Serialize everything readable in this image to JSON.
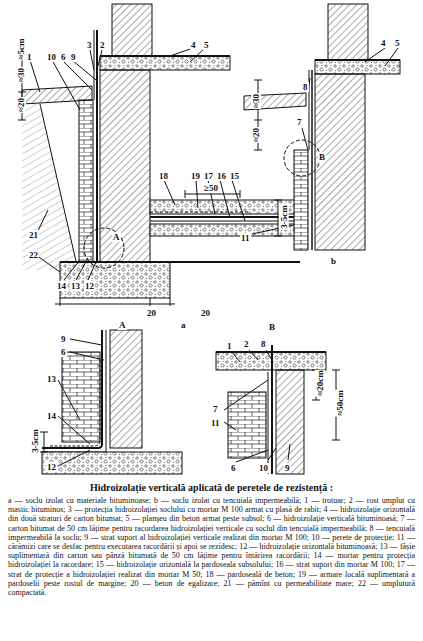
{
  "diagram": {
    "title": "Hidroizolație verticală aplicată de peretele de rezistență :",
    "caption": "a — soclu izolat cu materiale bituminoase; b — soclu izolat cu tencuială impermeabilă; 1 — trotuar; 2 — rost umplut cu mastic bituminos; 3 — protecția hidroizolației soclului cu mortar M 100 armat cu plasă de rabit; 4 — hidroizolație orizontală din două straturi de carton bitumat; 5 — planșeu din beton armat peste subsol; 6 — hidroizolație verticală bituminoasă; 7 — carton bitumat de 50 cm lățime pentru racordarea hidroizolației verticale cu soclul din tencuială impermeabilă; 8 — tencuială impermeabilă la soclu; 9 — strat suport al hidroizolației verticale realizat din mortar M 100; 10 — perete de protecție; 11 — cărămizi care se desfac pentru executarea racordării și apoi se rezidesc; 12 — hidroizolație orizontală bituminoasă; 13 — fâșie suplimentară din carton sau pânză bitumată de 50 cm lățime pentru întărirea racordării; 14 — mortar pentru protecția hidroizolației la racordare; 15 — hidroizolație orizontală la pardoseala subsolului; 16 — strat suport din mortar M 100; 17 — strat de protecție a hidroizolației realizat din mortar M 50; 18 — pardoseală de beton; 19 — armare locală suplimentară a pardoselii peste rostul de margine; 20 — beton de egalizare; 21 — pămînt cu permeabilitate mare; 22 — umplutură compactată.",
    "labels": [
      "≈5cm",
      "≈30",
      "≈20",
      "1",
      "10",
      "6",
      "9",
      "3",
      "2",
      "4",
      "5",
      "A",
      "21",
      "22",
      "14",
      "13",
      "12",
      "18",
      "19",
      "17",
      "16",
      "15",
      "≥50",
      "3-5cm",
      "20",
      "20",
      "a",
      "4",
      "5",
      "8",
      "7",
      "≈30",
      "≈20",
      "B",
      "11",
      "b",
      "A",
      "9",
      "6",
      "13",
      "14",
      "3-5cm",
      "12",
      "B",
      "1",
      "2",
      "8",
      "7",
      "11",
      "6",
      "10",
      "9",
      "≈20cm",
      "≈50cm"
    ]
  }
}
